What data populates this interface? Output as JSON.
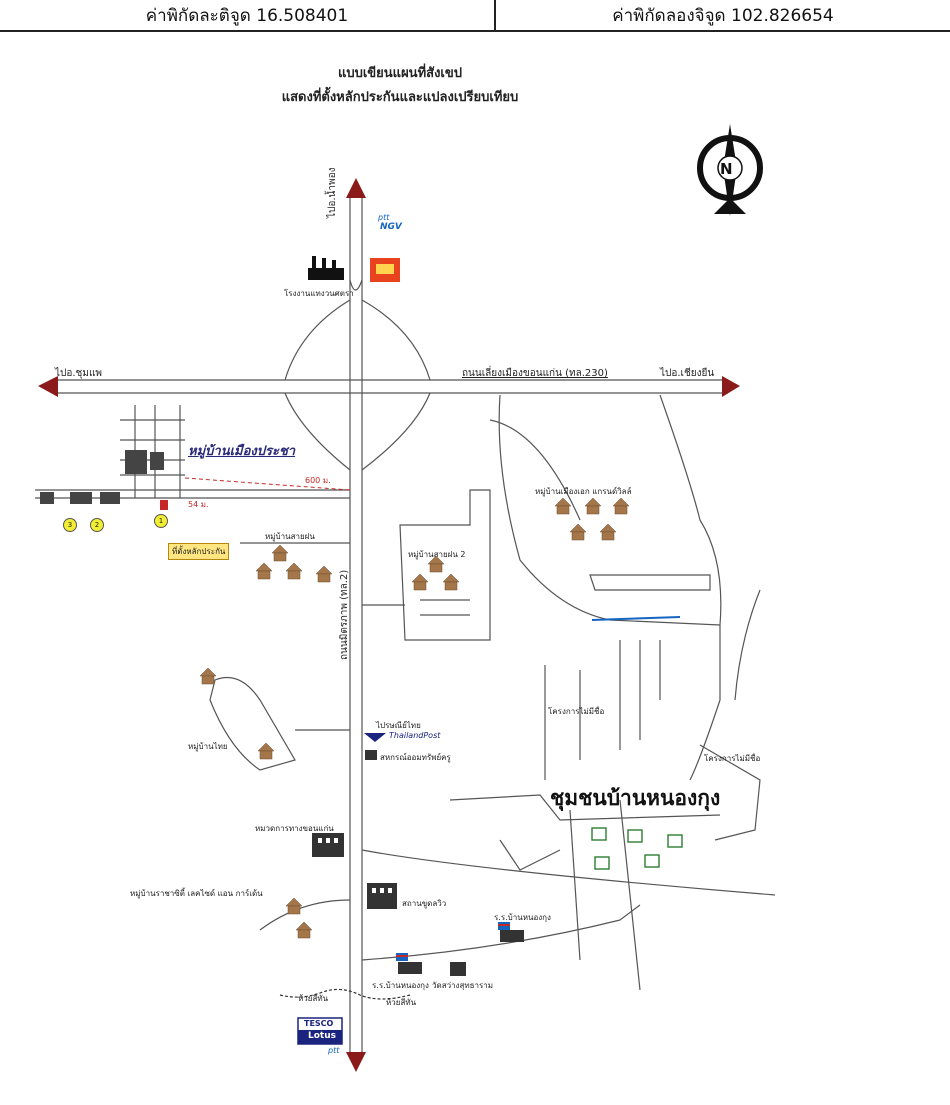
{
  "header": {
    "latitude": "ค่าพิกัดละติจูด 16.508401",
    "longitude": "ค่าพิกัดลองจิจูด 102.826654"
  },
  "title": {
    "line1": "แบบเขียนแผนที่สังเขป",
    "line2": "แสดงที่ตั้งหลักประกันและแปลงเปรียบเทียบ"
  },
  "compass": {
    "letter": "N"
  },
  "roads": {
    "bypass": "ถนนเลี่ยงเมืองขอนแก่น (ทล.230)",
    "mittraphap": "ถนนมิตรภาพ (ทล.2)",
    "to_north": "ไปอ.น้ำพอง",
    "to_west": "ไปอ.ชุมแพ",
    "to_east": "ไปอ.เชียงยืน"
  },
  "labels": {
    "factory": "โรงงานแทงวนศตรา",
    "ptt_top": "ptt",
    "ngv": "NGV",
    "village_mueang_pracha": "หมู่บ้านเมืองประชา",
    "dist_600": "600 ม.",
    "dist_54": "54 ม.",
    "collateral": "ที่ตั้งหลักประกัน",
    "village_saifon": "หมู่บ้านสายฝน",
    "village_saifon2": "หมู่บ้านสายฝน 2",
    "village_grand_villa": "หมู่บ้านเมืองเอก แกรนด์วิลล์",
    "project_unnamed1": "โครงการไม่มีชื่อ",
    "project_unnamed2": "โครงการไม่มีชื่อ",
    "village_thai": "หมู่บ้านไทย",
    "post_office": "ไปรษณีย์ไทย",
    "thailand_post": "ThailandPost",
    "coop": "สหกรณ์ออมทรัพย์ครู",
    "community": "ชุมชนบ้านหนองกุง",
    "highway_dept": "หมวดการทางขอนแก่น",
    "village_royal": "หมู่บ้านราชาซิตี้ เลคไซด์ แอน การ์เด้น",
    "station": "สถานขูดลวิว",
    "school1": "ร.ร.บ้านหนองกุง",
    "school2": "ร.ร.บ้านหนองกุง",
    "temple": "วัดสว่างสุทธาราม",
    "creek1": "ห้วยสีทัน",
    "creek2": "ห้วยสีทัน",
    "tesco": "TESCO",
    "lotus": "Lotus",
    "ptt_bottom": "ptt",
    "circle1": "1",
    "circle2": "2",
    "circle3": "3"
  },
  "colors": {
    "road": "#555555",
    "arrow": "#8b1a1a",
    "house": "#a5764a",
    "green_icon": "#2e7d32",
    "blue_line": "#1565c0",
    "marker_yellow": "#f2ee33"
  }
}
